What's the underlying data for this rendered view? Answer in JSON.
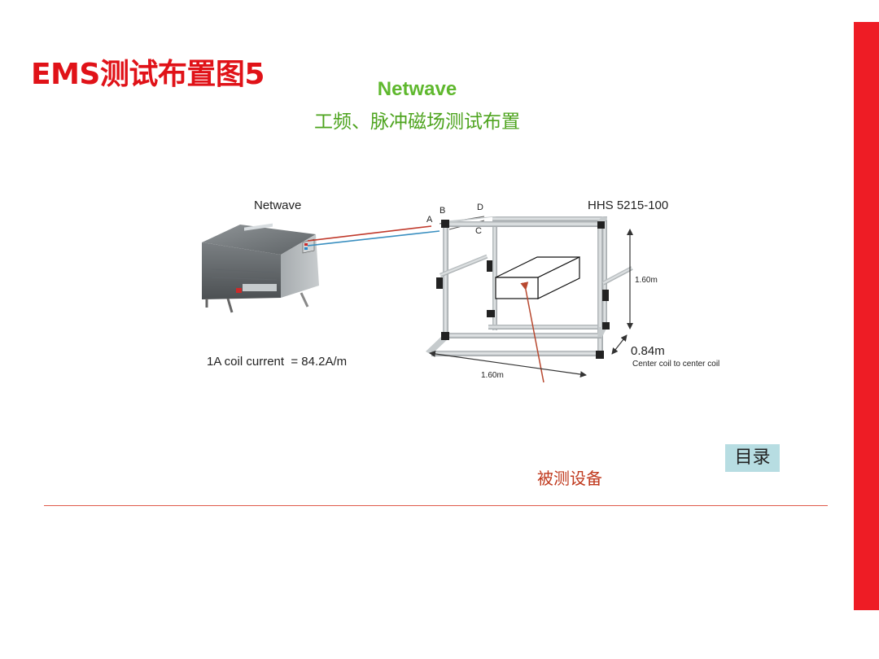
{
  "slide": {
    "title": "EMS测试布置图5",
    "subtitle_en": "Netwave",
    "subtitle_cn": "工频、脉冲磁场测试布置"
  },
  "diagram": {
    "generator_label": "Netwave",
    "coil_label": "HHS 5215-100",
    "points": [
      "A",
      "B",
      "C",
      "D"
    ],
    "height_dim": "1.60m",
    "width_dim": "1.60m",
    "coil_spacing": "0.84m",
    "coil_spacing_note": "Center coil to center coil",
    "coil_current_note": "1A coil current  = 84.2A/m"
  },
  "eut_label": "被测设备",
  "nav": {
    "menu_label": "目录"
  },
  "colors": {
    "title": "#e01218",
    "subtitle": "#5fb82e",
    "eut_label": "#c0391d",
    "side_bar": "#ee1c25",
    "menu_button_bg": "#b7dde2"
  }
}
